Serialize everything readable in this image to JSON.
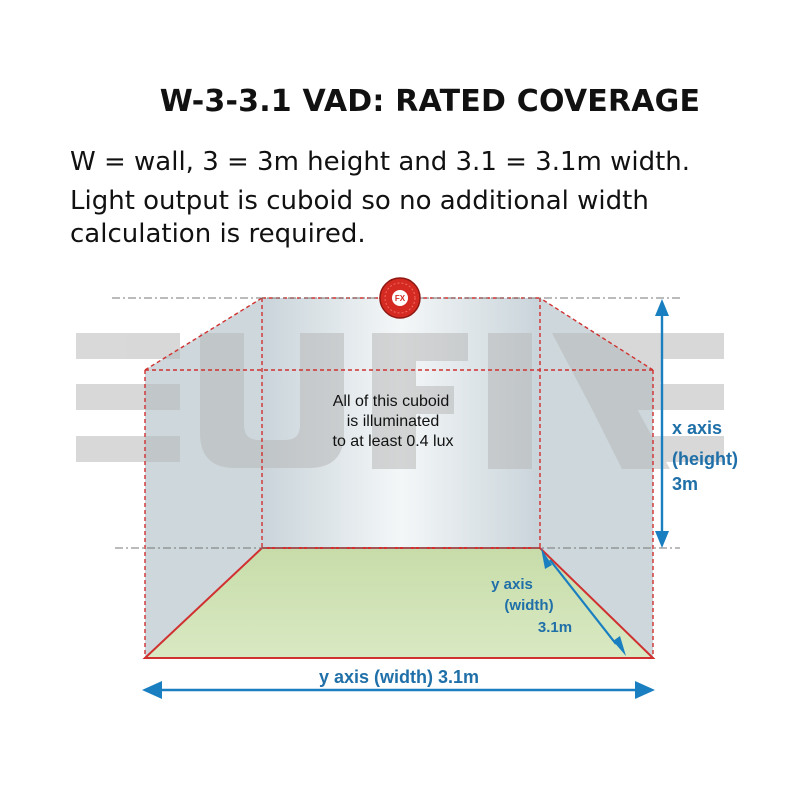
{
  "title": "W-3-3.1 VAD: RATED COVERAGE",
  "description": [
    "W = wall, 3 = 3m height and 3.1 = 3.1m width.",
    "Light output is cuboid so no additional width",
    "calculation is required."
  ],
  "cuboid_note": [
    "All of this cuboid",
    "is illuminated",
    "to at least 0.4 lux"
  ],
  "x_axis_label": [
    "x axis",
    "(height)",
    "3m"
  ],
  "depth_label": [
    "y axis",
    "(width)",
    "3.1m"
  ],
  "width_label": "y axis (width) 3.1m",
  "watermark": "EUFIRE",
  "device_logo": "FX",
  "colors": {
    "axis_blue": "#1a7fc0",
    "label_blue": "#1f6fa8",
    "edge_red": "#d03030",
    "floor_green": "#cfe3b4",
    "wall_fill": "#dde6ea",
    "device_red": "#d42a22",
    "watermark_grey": "#c9c9c9"
  }
}
